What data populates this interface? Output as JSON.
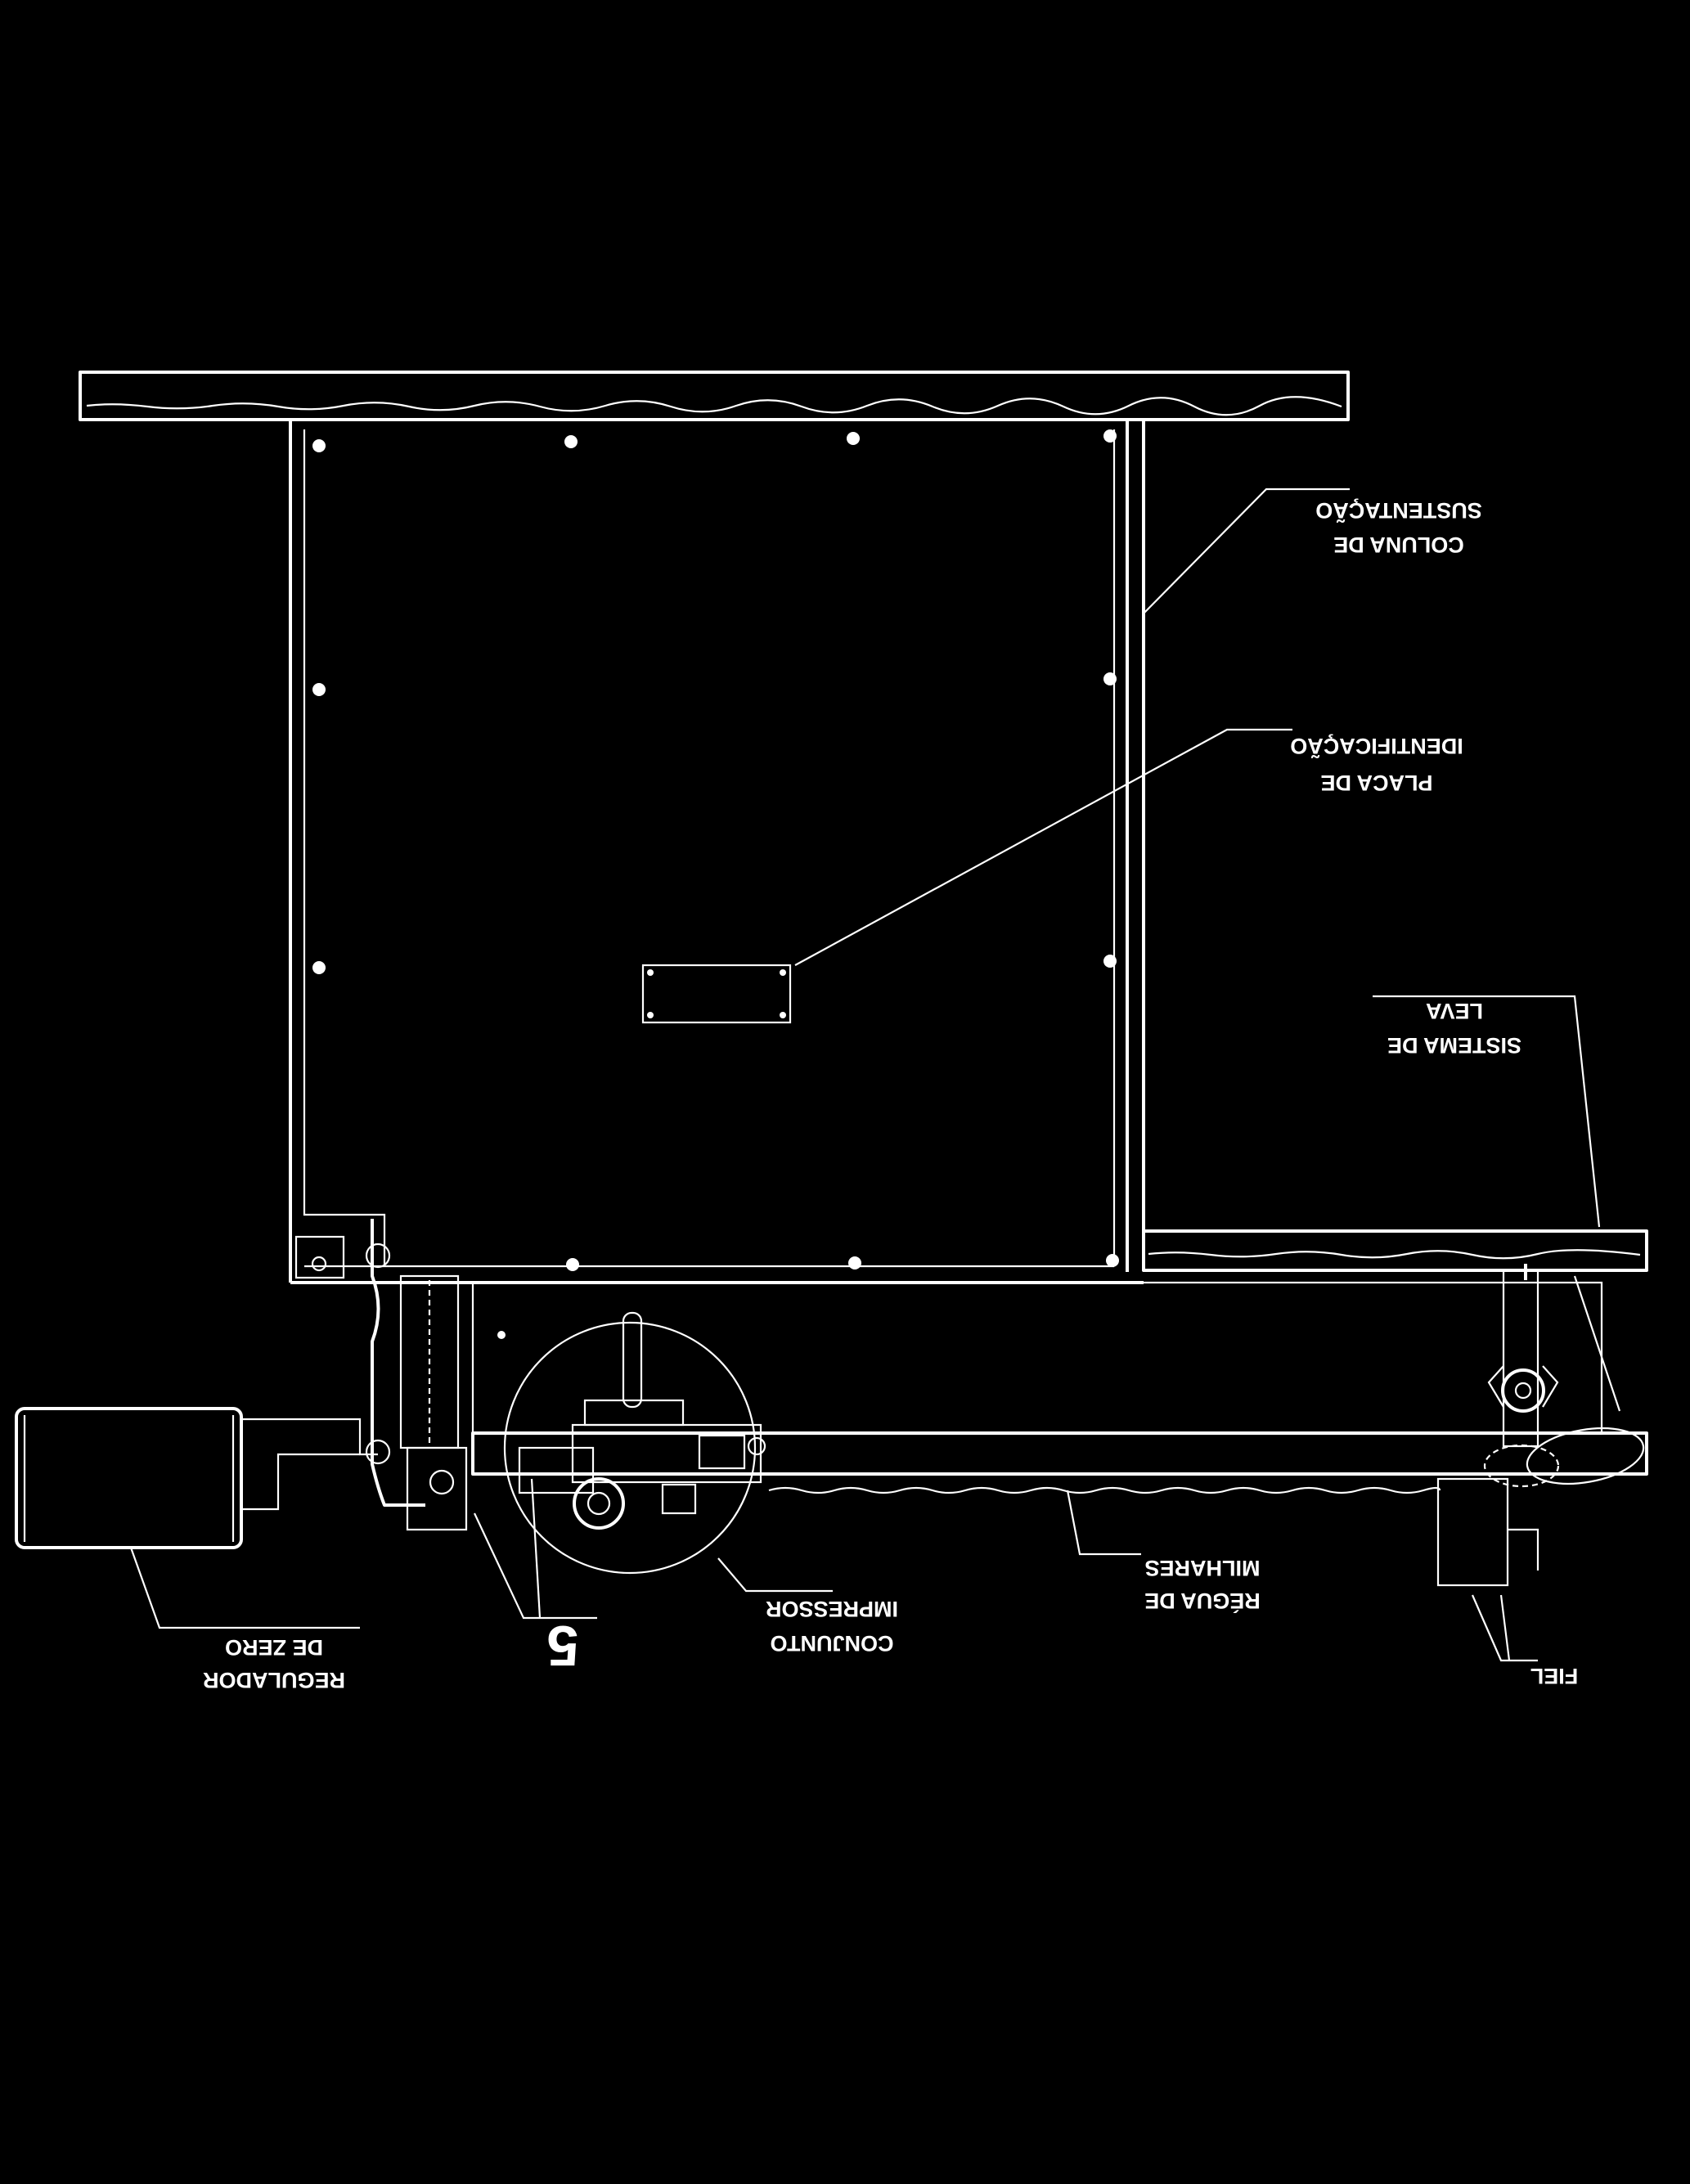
{
  "colors": {
    "background": "#000000",
    "lines": "#ffffff"
  },
  "labels": {
    "coluna": {
      "line1": "SUSTENTAÇÃO",
      "line2": "COLUNA DE"
    },
    "placa": {
      "line1": "IDENTIFICAÇÃO",
      "line2": "PLACA DE"
    },
    "sistema": {
      "line1": "LEVA",
      "line2": "SISTEMA DE"
    },
    "regulador": {
      "line1": "DE ZERO",
      "line2": "REGULADOR"
    },
    "item_5": "5",
    "conjunto": {
      "line1": "IMPRESSOR",
      "line2": "CONJUNTO"
    },
    "regua": {
      "line1": "MILHARES",
      "line2": "RÉGUA DE"
    },
    "fiel": "FIEL"
  }
}
